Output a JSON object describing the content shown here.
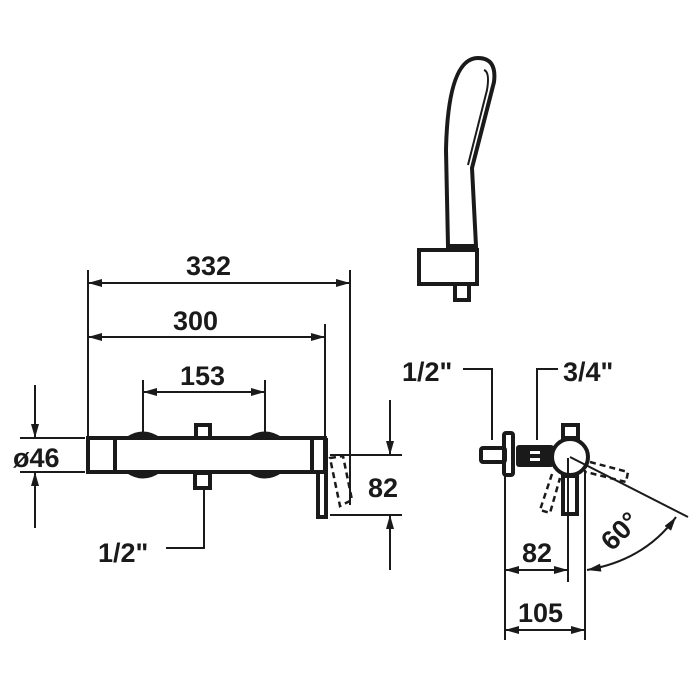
{
  "front_view": {
    "dim_overall": "332",
    "dim_body": "300",
    "dim_handles": "153",
    "dim_diameter": "ø46",
    "dim_depth": "82",
    "inlet_label": "1/2\""
  },
  "side_view": {
    "inlet_label": "1/2\"",
    "outlet_label": "3/4\"",
    "dim_depth": "82",
    "dim_overall_depth": "105",
    "dim_angle": "60°"
  }
}
